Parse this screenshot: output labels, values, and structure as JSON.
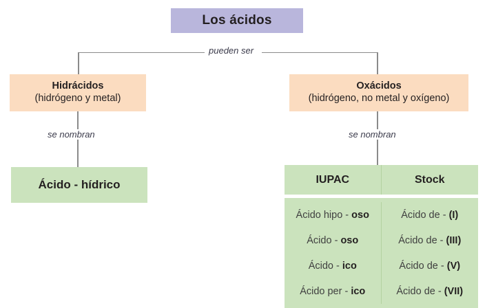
{
  "diagram": {
    "title": "Los ácidos",
    "colors": {
      "title_box": "#b9b6dc",
      "type_box": "#fbdcc0",
      "result_box": "#cbe3bd",
      "connector": "#8a8a8a"
    },
    "edges": {
      "pueden_ser": "pueden ser",
      "se_nombran_left": "se nombran",
      "se_nombran_right": "se nombran"
    },
    "branches": {
      "hidracidos": {
        "name": "Hidrácidos",
        "composition": "(hidrógeno y metal)",
        "result": "Ácido - hídrico"
      },
      "oxacidos": {
        "name": "Oxácidos",
        "composition": "(hidrógeno, no metal y oxígeno)"
      }
    },
    "table": {
      "headers": [
        "IUPAC",
        "Stock"
      ],
      "rows": [
        {
          "iupac_prefix": "Ácido hipo - ",
          "iupac_suffix": "oso",
          "stock_prefix": "Ácido de - ",
          "stock_suffix": "(I)"
        },
        {
          "iupac_prefix": "Ácido - ",
          "iupac_suffix": "oso",
          "stock_prefix": "Ácido de - ",
          "stock_suffix": "(III)"
        },
        {
          "iupac_prefix": "Ácido - ",
          "iupac_suffix": "ico",
          "stock_prefix": "Ácido de - ",
          "stock_suffix": "(V)"
        },
        {
          "iupac_prefix": "Ácido per - ",
          "iupac_suffix": "ico",
          "stock_prefix": "Ácido de - ",
          "stock_suffix": "(VII)"
        }
      ]
    }
  }
}
